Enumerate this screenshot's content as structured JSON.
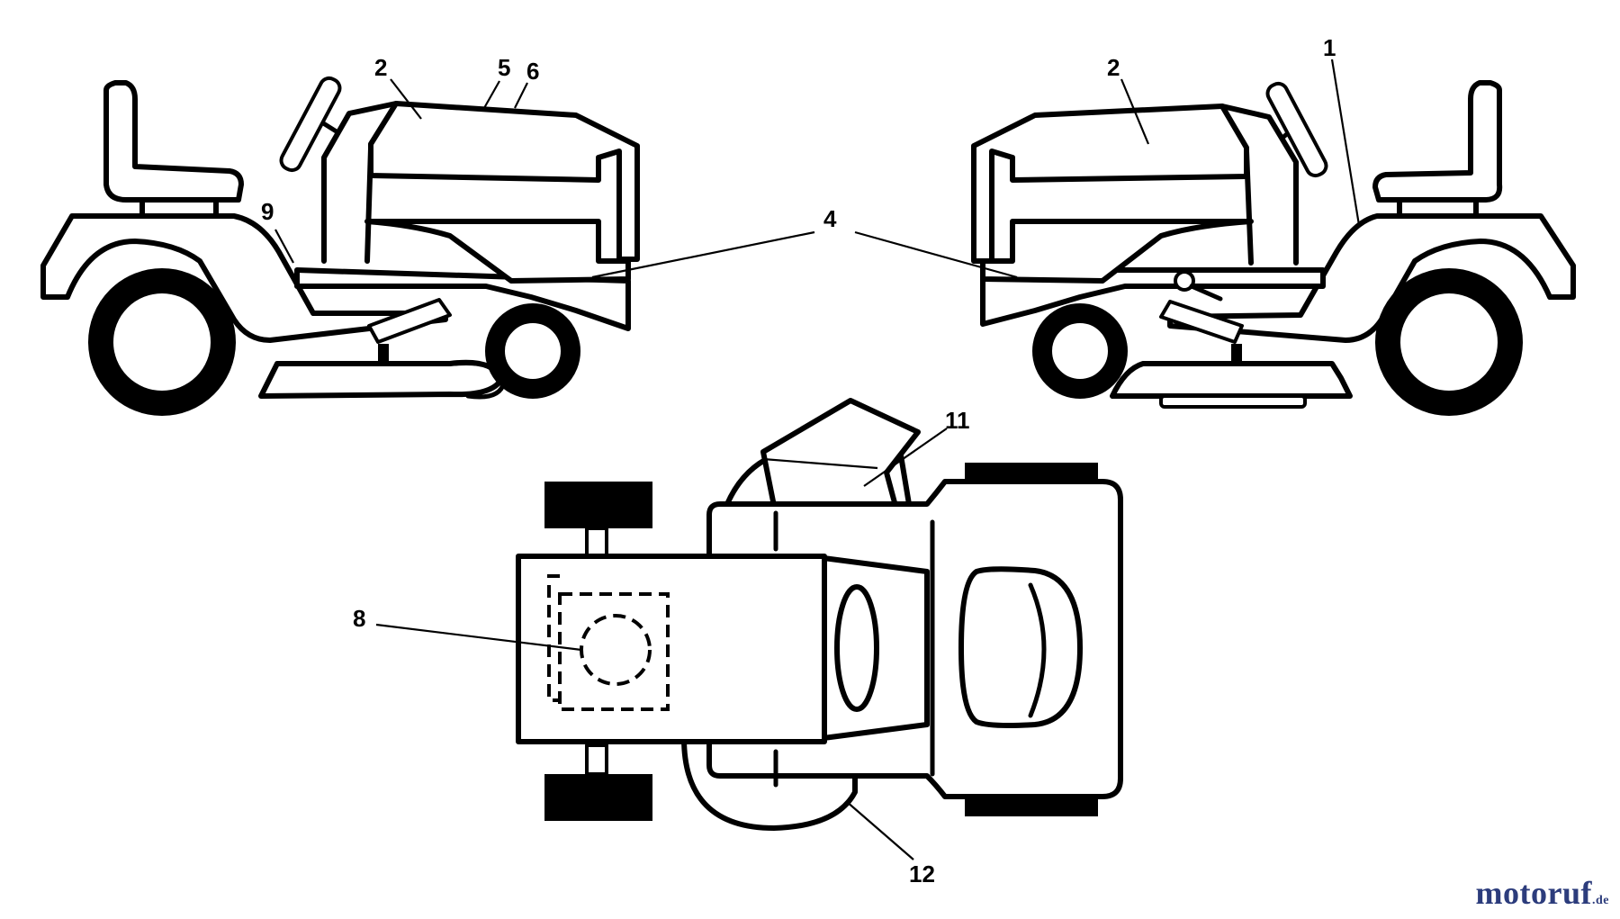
{
  "callouts": {
    "c1": "1",
    "c2a": "2",
    "c2b": "2",
    "c4": "4",
    "c5": "5",
    "c6": "6",
    "c8": "8",
    "c9": "9",
    "c11": "11",
    "c12": "12"
  },
  "watermark": {
    "brand": "motoruf",
    "tld": ".de"
  },
  "colors": {
    "line": "#000000",
    "watermark": "#2c3c7c"
  }
}
